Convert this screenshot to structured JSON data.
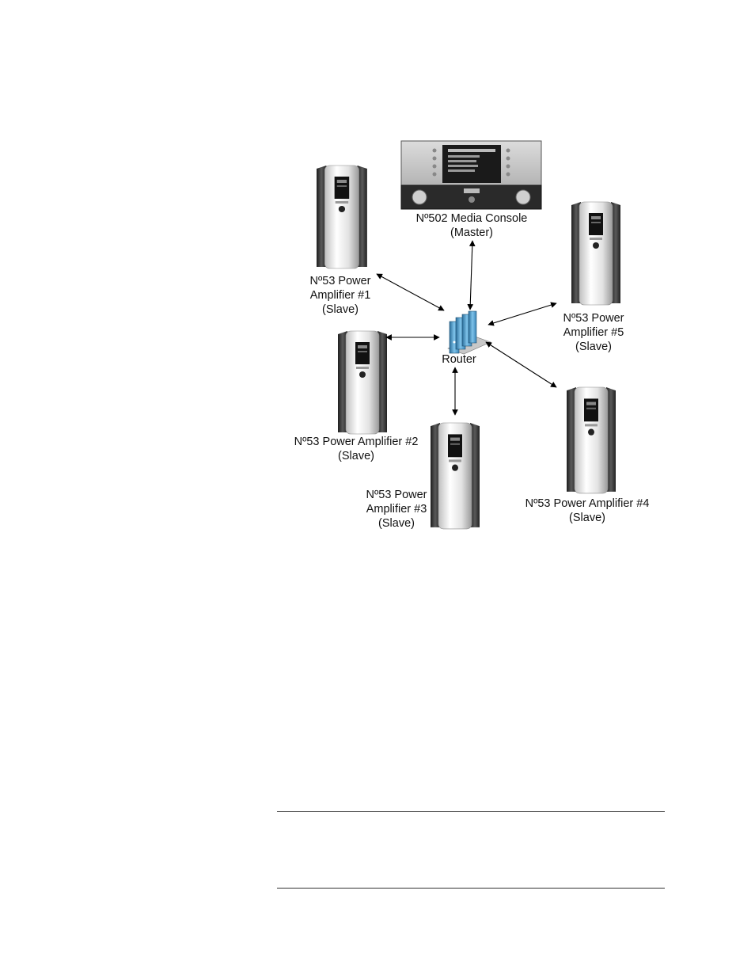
{
  "diagram": {
    "console": {
      "lines": [
        "Nº502 Media Console",
        "(Master)"
      ]
    },
    "router": {
      "label": "Router"
    },
    "amplifiers": {
      "amp1": {
        "lines": [
          "Nº53 Power",
          "Amplifier #1",
          "(Slave)"
        ]
      },
      "amp2": {
        "lines": [
          "Nº53 Power Amplifier #2",
          "(Slave)"
        ]
      },
      "amp3": {
        "lines": [
          "Nº53 Power",
          "Amplifier #3",
          "(Slave)"
        ]
      },
      "amp4": {
        "lines": [
          "Nº53 Power Amplifier #4",
          "(Slave)"
        ]
      },
      "amp5": {
        "lines": [
          "Nº53 Power",
          "Amplifier #5",
          "(Slave)"
        ]
      }
    }
  }
}
